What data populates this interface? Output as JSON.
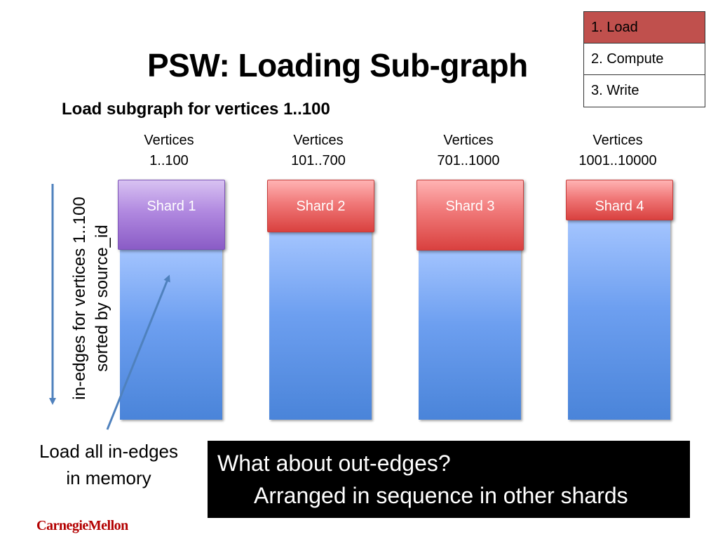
{
  "title": "PSW: Loading Sub-graph",
  "subtitle": "Load subgraph for vertices 1..100",
  "steps": [
    {
      "label": "1. Load",
      "active": true
    },
    {
      "label": "2. Compute",
      "active": false
    },
    {
      "label": "3. Write",
      "active": false
    }
  ],
  "columns": [
    {
      "vertices_label": "Vertices",
      "range": "1..100",
      "shard": "Shard 1",
      "shard_color": "purple"
    },
    {
      "vertices_label": "Vertices",
      "range": "101..700",
      "shard": "Shard 2",
      "shard_color": "red"
    },
    {
      "vertices_label": "Vertices",
      "range": "701..1000",
      "shard": "Shard 3",
      "shard_color": "red"
    },
    {
      "vertices_label": "Vertices",
      "range": "1001..10000",
      "shard": "Shard 4",
      "shard_color": "red"
    }
  ],
  "side_label": {
    "line1": "in-edges for vertices 1..100",
    "line2": "sorted by source_id"
  },
  "load_note": {
    "line1": "Load all in-edges",
    "line2": "in memory"
  },
  "callout": {
    "line1": "What about out-edges?",
    "line2": "Arranged in sequence in other shards"
  },
  "logo": "CarnegieMellon",
  "colors": {
    "active_step": "#c0504d",
    "column_blue": "#4a84d9",
    "shard_purple": "#8a5cc6",
    "shard_red": "#d9413f",
    "arrow_blue": "#4f81bd"
  }
}
